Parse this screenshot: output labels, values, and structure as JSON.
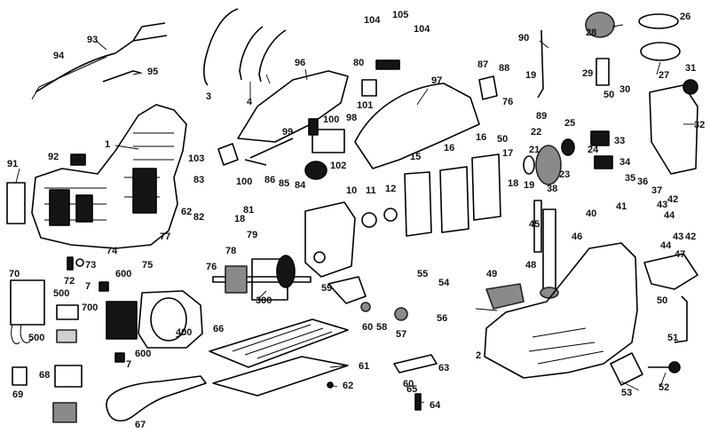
{
  "diagram": {
    "labels": {
      "1": "1",
      "2": "2",
      "3": "3",
      "4": "4",
      "7a": "7",
      "7b": "7",
      "10": "10",
      "11": "11",
      "12": "12",
      "15": "15",
      "16a": "16",
      "16b": "16",
      "17": "17",
      "18a": "18",
      "18b": "18",
      "19a": "19",
      "19b": "19",
      "21": "21",
      "22": "22",
      "23": "23",
      "24": "24",
      "25": "25",
      "26": "26",
      "27": "27",
      "28": "28",
      "29": "29",
      "30": "30",
      "31": "31",
      "32": "32",
      "33": "33",
      "34": "34",
      "35": "35",
      "36": "36",
      "37": "37",
      "38": "38",
      "40": "40",
      "41": "41",
      "42a": "42",
      "42b": "42",
      "43a": "43",
      "43b": "43",
      "44a": "44",
      "44b": "44",
      "45": "45",
      "46": "46",
      "47": "47",
      "48": "48",
      "49": "49",
      "50a": "50",
      "50b": "50",
      "50c": "50",
      "51": "51",
      "52": "52",
      "53": "53",
      "54": "54",
      "55": "55",
      "56": "56",
      "57": "57",
      "58": "58",
      "59": "59",
      "60a": "60",
      "60b": "60",
      "61": "61",
      "62a": "62",
      "62b": "62",
      "63": "63",
      "64": "64",
      "65": "65",
      "66": "66",
      "67": "67",
      "68": "68",
      "69": "69",
      "70": "70",
      "72": "72",
      "73": "73",
      "74": "74",
      "75": "75",
      "76a": "76",
      "76b": "76",
      "77": "77",
      "78": "78",
      "79": "79",
      "80": "80",
      "81": "81",
      "82": "82",
      "83": "83",
      "84": "84",
      "85": "85",
      "86": "86",
      "87": "87",
      "88": "88",
      "89": "89",
      "90": "90",
      "91": "91",
      "92": "92",
      "93": "93",
      "94": "94",
      "95": "95",
      "96": "96",
      "97": "97",
      "98": "98",
      "99": "99",
      "100a": "100",
      "100b": "100",
      "101": "101",
      "102": "102",
      "103": "103",
      "104a": "104",
      "104b": "104",
      "105": "105",
      "300": "300",
      "400": "400",
      "500a": "500",
      "500b": "500",
      "600a": "600",
      "600b": "600",
      "700": "700"
    }
  }
}
